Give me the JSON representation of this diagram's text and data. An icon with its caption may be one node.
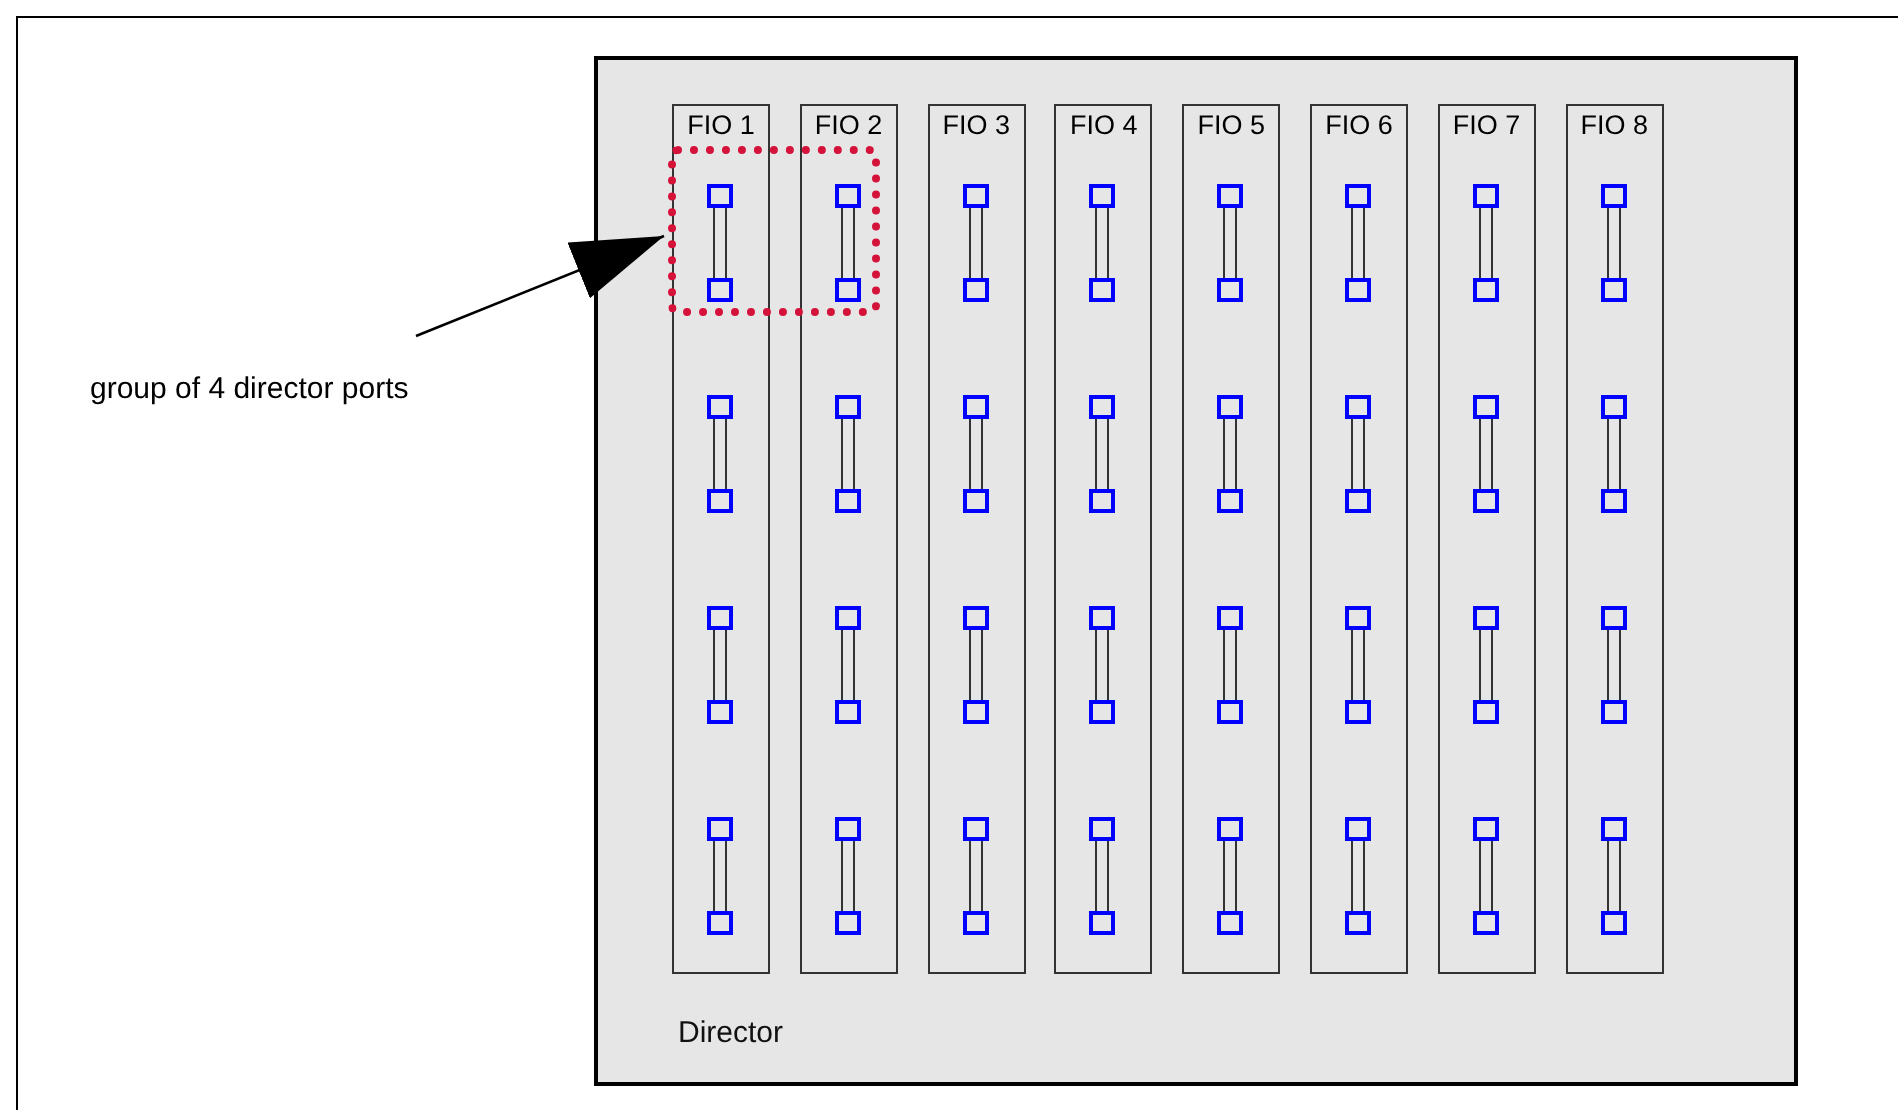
{
  "diagram": {
    "nodes": [
      {
        "text": [
          "Director"
        ]
      },
      {
        "text": [
          "FIO 1"
        ],
        "in": 0
      },
      {
        "text": [
          "FIO 2"
        ],
        "in": 0
      },
      {
        "text": [
          "FIO 3"
        ],
        "in": 0
      },
      {
        "text": [
          "FIO 4"
        ],
        "in": 0
      },
      {
        "text": [
          "FIO 5"
        ],
        "in": 0
      },
      {
        "text": [
          "FIO 6"
        ],
        "in": 0
      },
      {
        "text": [
          "FIO 7"
        ],
        "in": 0
      },
      {
        "text": [
          "FIO 8"
        ],
        "in": 0
      },
      {
        "text": [
          "group of 4 director ports"
        ]
      },
      {
        "text": [],
        "shape": "box",
        "in": 0
      }
    ],
    "edges": [
      {
        "from": 9,
        "to": 10,
        "arrow": "to"
      }
    ]
  }
}
